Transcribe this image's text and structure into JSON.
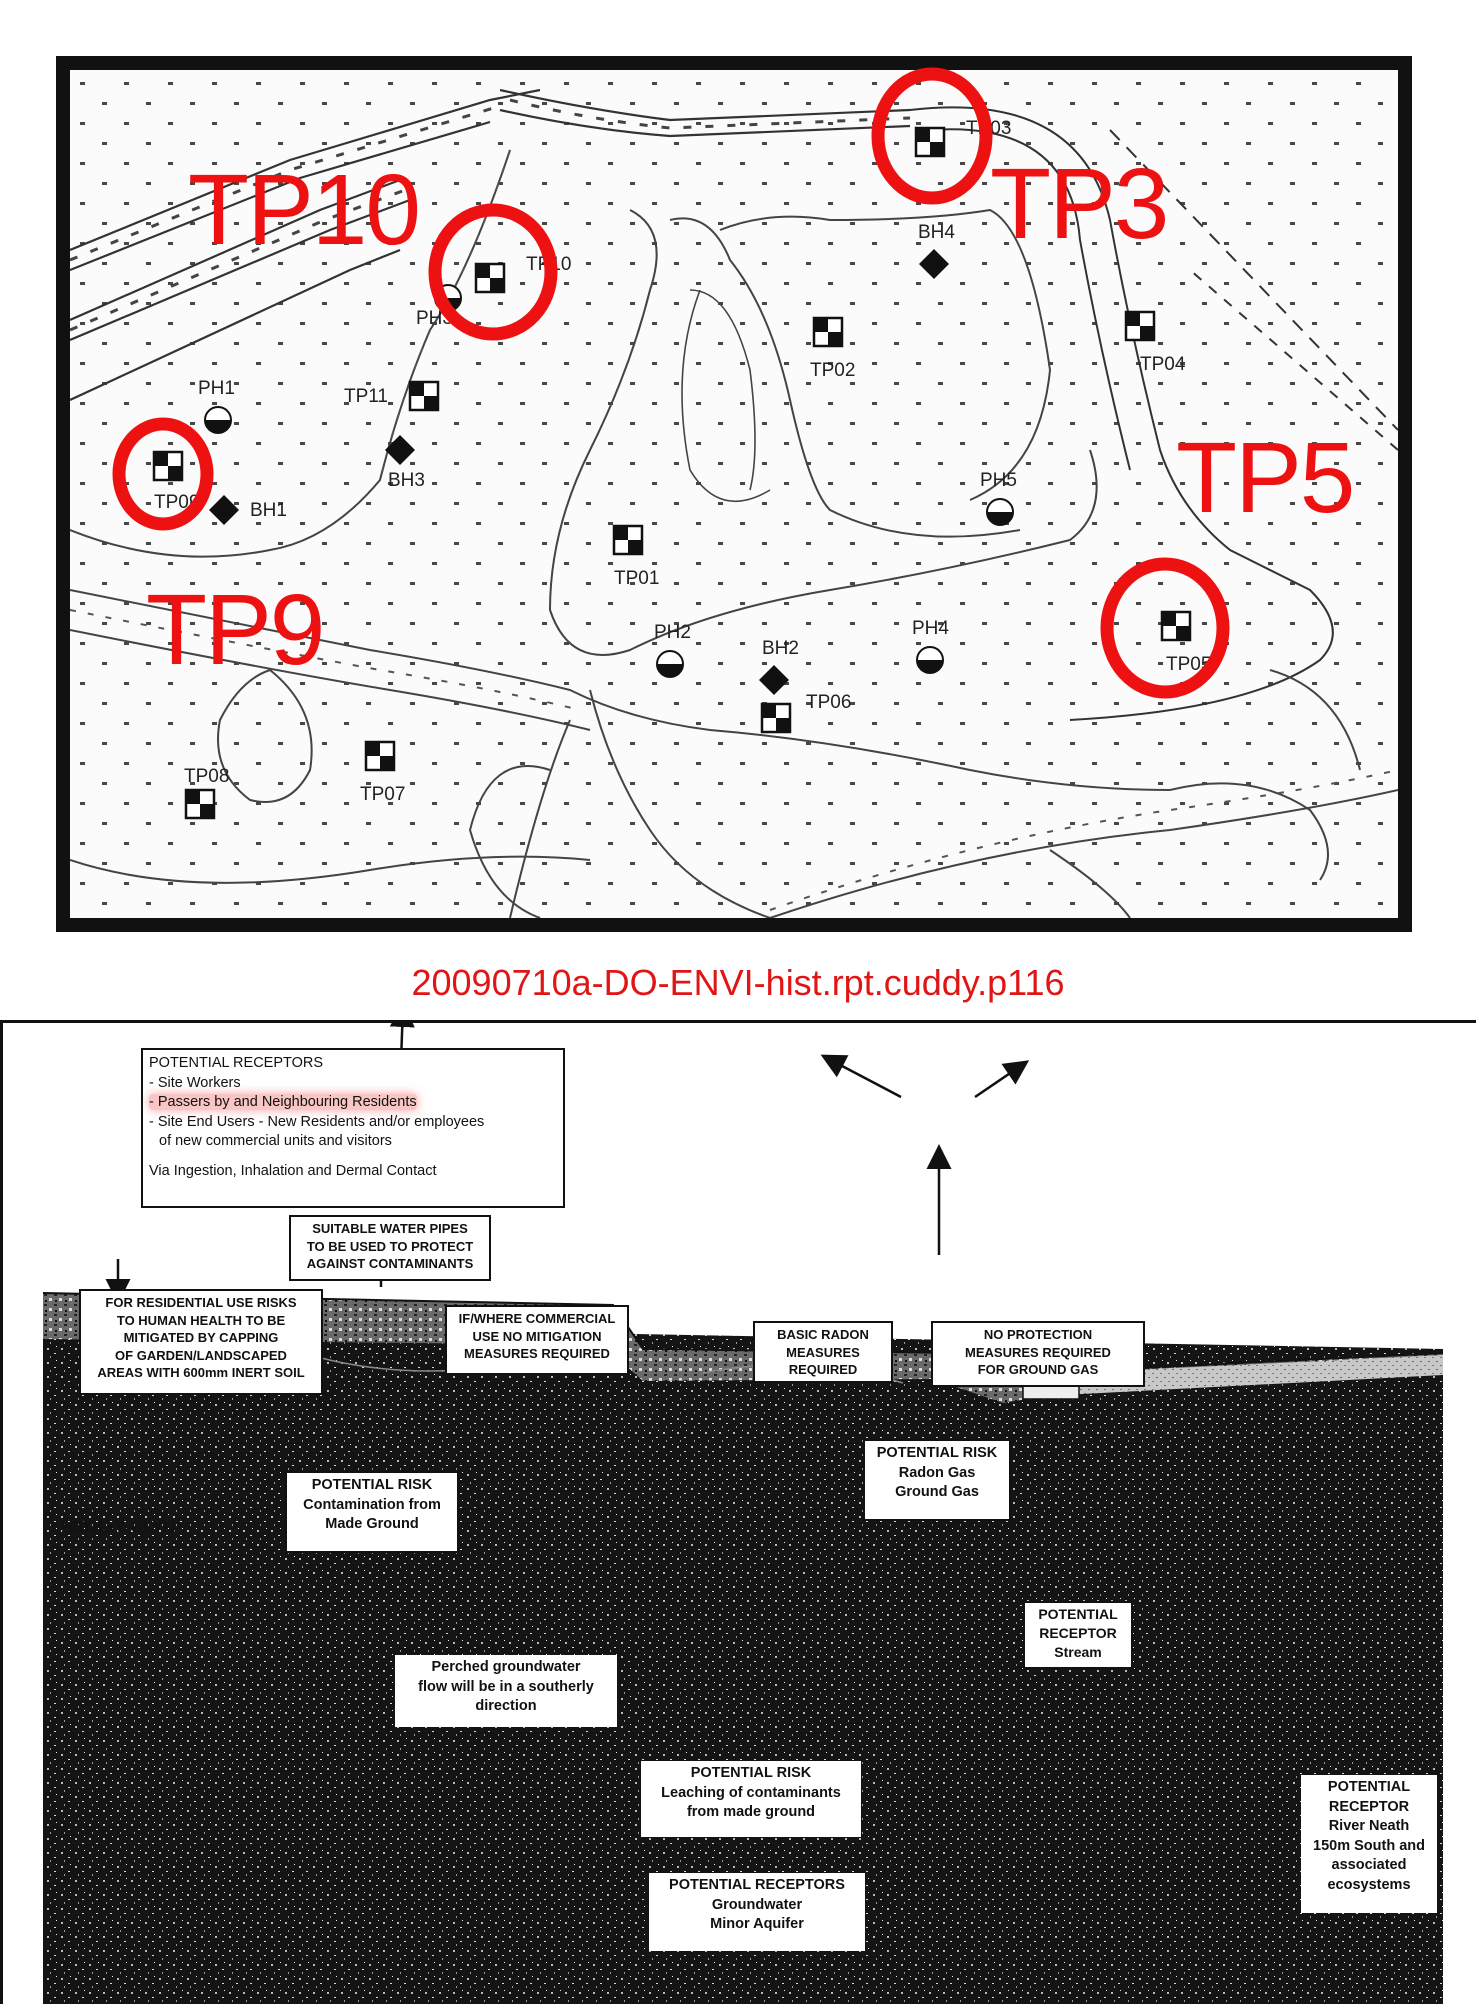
{
  "map": {
    "points": [
      {
        "id": "tp10",
        "label": "TP10",
        "marker": "test-pit"
      },
      {
        "id": "tp03",
        "label": "TP03",
        "marker": "test-pit"
      },
      {
        "id": "tp02",
        "label": "TP02",
        "marker": "test-pit"
      },
      {
        "id": "tp04",
        "label": "TP04",
        "marker": "test-pit"
      },
      {
        "id": "tp11",
        "label": "TP11",
        "marker": "test-pit"
      },
      {
        "id": "tp09",
        "label": "TP09",
        "marker": "test-pit"
      },
      {
        "id": "tp01",
        "label": "TP01",
        "marker": "test-pit"
      },
      {
        "id": "tp05",
        "label": "TP05",
        "marker": "test-pit"
      },
      {
        "id": "tp06",
        "label": "TP06",
        "marker": "test-pit"
      },
      {
        "id": "tp07",
        "label": "TP07",
        "marker": "test-pit"
      },
      {
        "id": "tp08",
        "label": "TP08",
        "marker": "test-pit"
      },
      {
        "id": "bh1",
        "label": "BH1",
        "marker": "borehole"
      },
      {
        "id": "bh2",
        "label": "BH2",
        "marker": "borehole"
      },
      {
        "id": "bh3",
        "label": "BH3",
        "marker": "borehole"
      },
      {
        "id": "bh4",
        "label": "BH4",
        "marker": "borehole"
      },
      {
        "id": "ph1",
        "label": "PH1",
        "marker": "probe-hole"
      },
      {
        "id": "ph2",
        "label": "PH2",
        "marker": "probe-hole"
      },
      {
        "id": "ph3",
        "label": "PH3",
        "marker": "probe-hole"
      },
      {
        "id": "ph4",
        "label": "PH4",
        "marker": "probe-hole"
      },
      {
        "id": "ph5",
        "label": "PH5",
        "marker": "probe-hole"
      }
    ],
    "annotations": {
      "tp10": "TP10",
      "tp3": "TP3",
      "tp5": "TP5",
      "tp9": "TP9",
      "color": "#ee1111"
    }
  },
  "caption": "20090710a-DO-ENVI-hist.rpt.cuddy.p116",
  "model": {
    "receptors_box": {
      "title": "POTENTIAL RECEPTORS",
      "items": [
        "- Site Workers",
        "- Passers by  and Neighbouring Residents",
        "- Site End Users - New Residents and/or employees",
        "  of new commercial units and visitors"
      ],
      "highlighted_item": "- Passers by  and Neighbouring Residents",
      "footer": "Via Ingestion, Inhalation and Dermal Contact"
    },
    "water_pipes": [
      "SUITABLE WATER PIPES",
      "TO BE USED TO PROTECT",
      "AGAINST CONTAMINANTS"
    ],
    "residential": [
      "FOR RESIDENTIAL USE RISKS",
      "TO HUMAN HEALTH TO BE",
      "MITIGATED BY CAPPING",
      "OF GARDEN/LANDSCAPED",
      "AREAS WITH 600mm INERT SOIL"
    ],
    "commercial": [
      "IF/WHERE COMMERCIAL",
      "USE NO MITIGATION",
      "MEASURES REQUIRED"
    ],
    "radon_measures": [
      "BASIC RADON",
      "MEASURES",
      "REQUIRED"
    ],
    "no_protection": [
      "NO PROTECTION",
      "MEASURES REQUIRED",
      "FOR GROUND GAS"
    ],
    "risk_made_ground": [
      "POTENTIAL RISK",
      "Contamination from",
      "Made Ground"
    ],
    "risk_radon": [
      "POTENTIAL RISK",
      "Radon Gas",
      "Ground Gas"
    ],
    "heol_label": "HEOL-Y-GLYN",
    "receptor_stream": [
      "POTENTIAL",
      "RECEPTOR",
      "Stream"
    ],
    "perched": [
      "Perched groundwater",
      "flow will be in a southerly",
      "direction"
    ],
    "risk_leaching": [
      "POTENTIAL RISK",
      "Leaching of contaminants",
      "from made ground"
    ],
    "receptors_groundwater": [
      "POTENTIAL RECEPTORS",
      "Groundwater",
      "Minor Aquifer"
    ],
    "receptor_river": [
      "POTENTIAL",
      "RECEPTOR",
      "River Neath",
      "150m South and",
      "associated",
      "ecosystems"
    ]
  }
}
